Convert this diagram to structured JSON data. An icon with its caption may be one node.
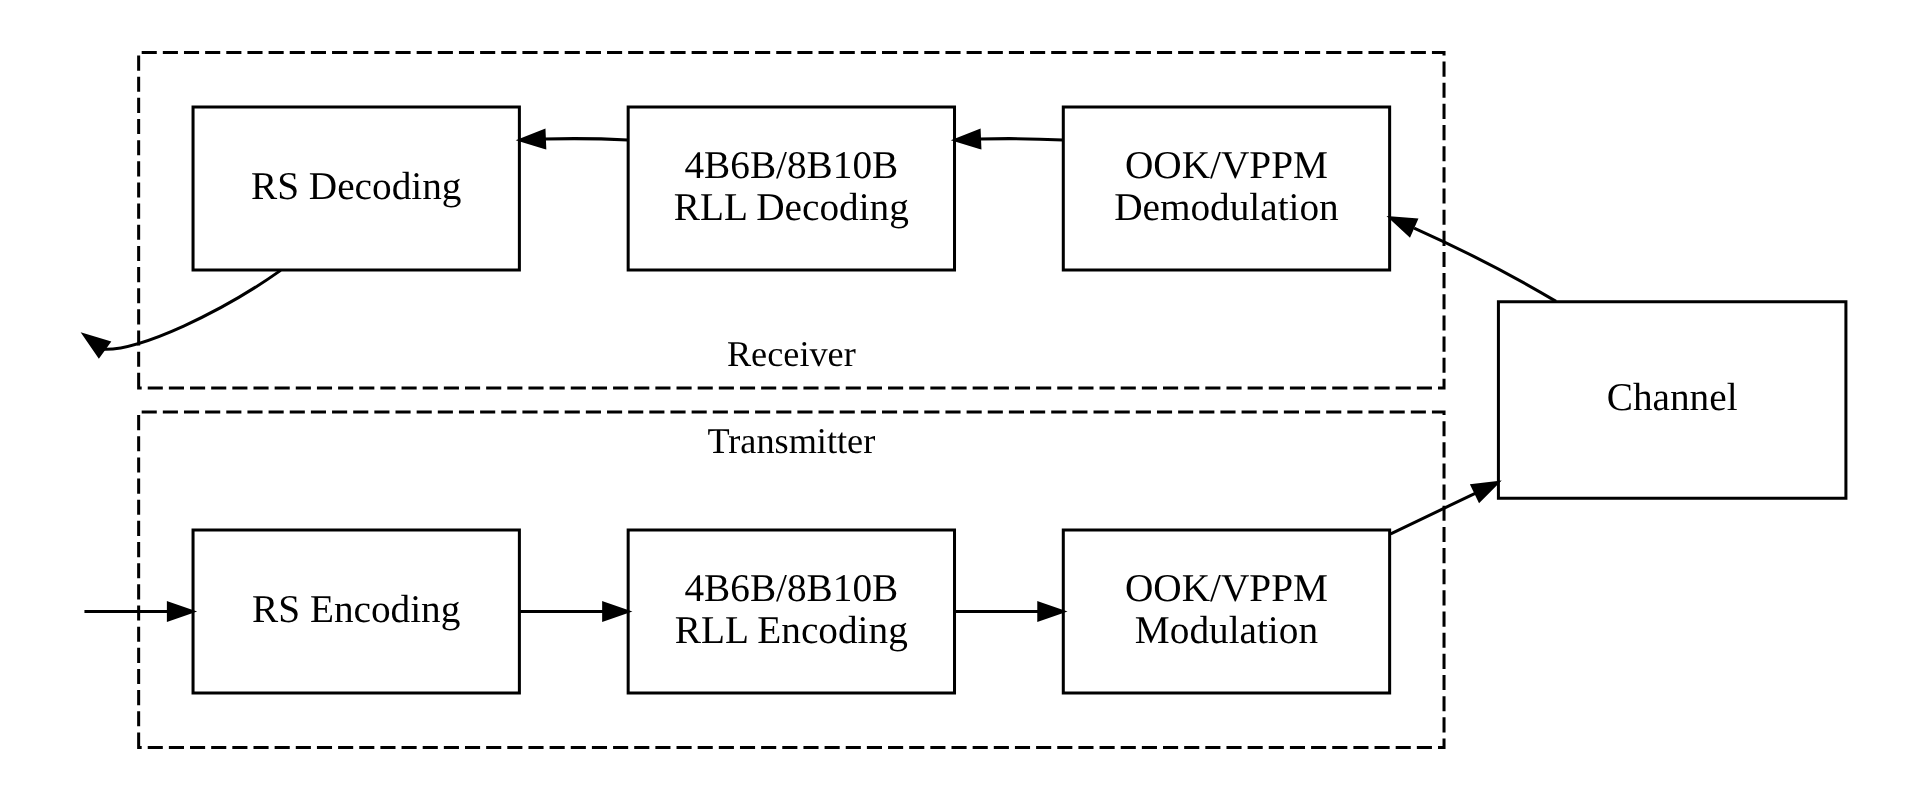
{
  "diagram": {
    "nodes": [
      {
        "text": [
          "Transmitter"
        ]
      },
      {
        "text": [
          "RS Encoding"
        ],
        "in": 0
      },
      {
        "text": [
          "4B6B/8B10B RLL Encoding"
        ],
        "in": 0
      },
      {
        "text": [
          "OOK/VPPM Modulation"
        ],
        "in": 0
      },
      {
        "text": [
          "Channel"
        ]
      },
      {
        "text": [
          "Receiver"
        ]
      },
      {
        "text": [
          "RS Decoding"
        ],
        "in": 5
      },
      {
        "text": [
          "4B6B/8B10B RLL Decoding"
        ],
        "in": 5
      },
      {
        "text": [
          "OOK/VPPM Demodulation"
        ],
        "in": 5
      }
    ],
    "edges": [
      {
        "from": null,
        "to": 1,
        "arrow": "to"
      },
      {
        "from": 1,
        "to": 2,
        "arrow": "to"
      },
      {
        "from": 2,
        "to": 3,
        "arrow": "to"
      },
      {
        "from": 3,
        "to": 4,
        "arrow": "to"
      },
      {
        "from": 4,
        "to": 8,
        "arrow": "to"
      },
      {
        "from": 8,
        "to": 7,
        "arrow": "to"
      },
      {
        "from": 7,
        "to": 6,
        "arrow": "to"
      },
      {
        "from": 6,
        "to": null,
        "arrow": "to"
      }
    ]
  }
}
